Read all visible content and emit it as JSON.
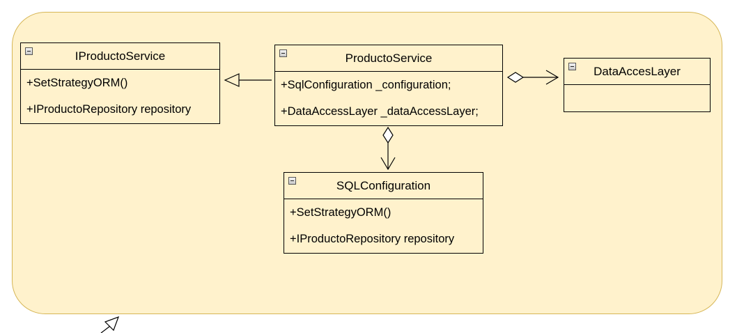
{
  "diagram": {
    "classes": {
      "iproducto_service": {
        "name": "IProductoService",
        "members": [
          "+SetStrategyORM()",
          "+IProductoRepository repository"
        ]
      },
      "producto_service": {
        "name": "ProductoService",
        "members": [
          "+SqlConfiguration _configuration;",
          "+DataAccessLayer _dataAccessLayer;"
        ]
      },
      "data_acces_layer": {
        "name": "DataAccesLayer",
        "members": []
      },
      "sql_configuration": {
        "name": "SQLConfiguration",
        "members": [
          "+SetStrategyORM()",
          "+IProductoRepository repository"
        ]
      }
    },
    "relations": [
      {
        "from": "ProductoService",
        "to": "IProductoService",
        "type": "realization"
      },
      {
        "from": "ProductoService",
        "to": "DataAccesLayer",
        "type": "aggregation"
      },
      {
        "from": "ProductoService",
        "to": "SQLConfiguration",
        "type": "aggregation"
      }
    ],
    "colors": {
      "container_fill": "#fff2cc",
      "container_stroke": "#d6b656",
      "class_stroke": "#000000"
    }
  }
}
